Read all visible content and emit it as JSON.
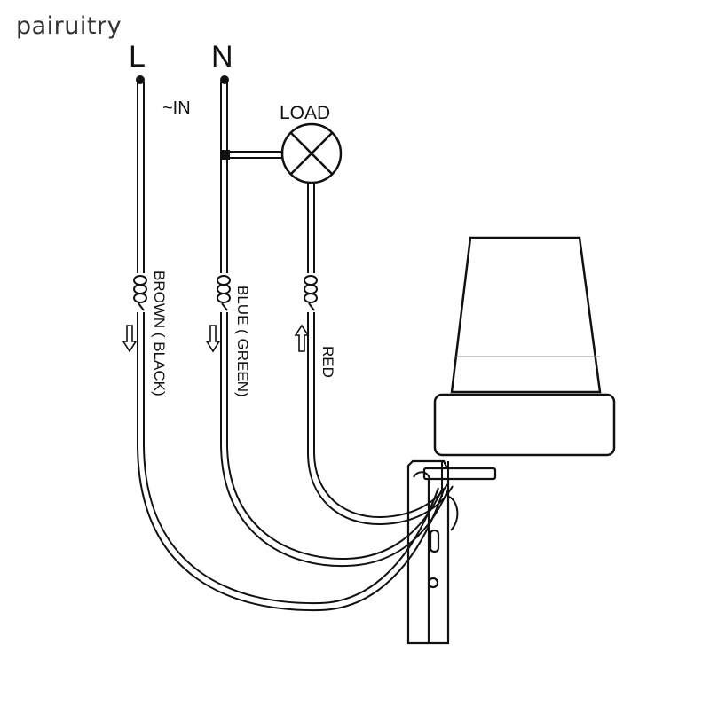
{
  "watermark": "pairuitry",
  "terminals": {
    "live": "L",
    "neutral": "N"
  },
  "input_label": "~IN",
  "load_label": "LOAD",
  "wires": {
    "brown": "BROWN ( BLACK)",
    "blue": "BLUE ( GREEN)",
    "red": "RED"
  },
  "colors": {
    "line": "#111111",
    "housing_fill": "#ffffff"
  }
}
